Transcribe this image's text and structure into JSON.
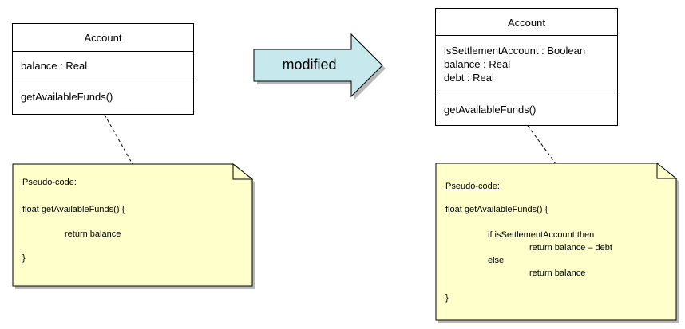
{
  "colors": {
    "note_fill": "#ffffcc",
    "arrow_fill": "#c7e8ec",
    "line": "#000000",
    "shadow": "#b8b8b8"
  },
  "arrow": {
    "label": "modified"
  },
  "left": {
    "class": {
      "title": "Account",
      "attributes": [
        "balance : Real"
      ],
      "operations": [
        "getAvailableFunds()"
      ]
    },
    "note": {
      "heading": "Pseudo-code:",
      "lines": [
        "float getAvailableFunds() {",
        "return balance",
        "}"
      ]
    }
  },
  "right": {
    "class": {
      "title": "Account",
      "attributes": [
        "isSettlementAccount : Boolean",
        "balance : Real",
        "debt : Real"
      ],
      "operations": [
        "getAvailableFunds()"
      ]
    },
    "note": {
      "heading": "Pseudo-code:",
      "lines": [
        "float getAvailableFunds() {",
        "if isSettlementAccount then",
        "return balance – debt",
        "else",
        "return balance",
        "}"
      ]
    }
  }
}
